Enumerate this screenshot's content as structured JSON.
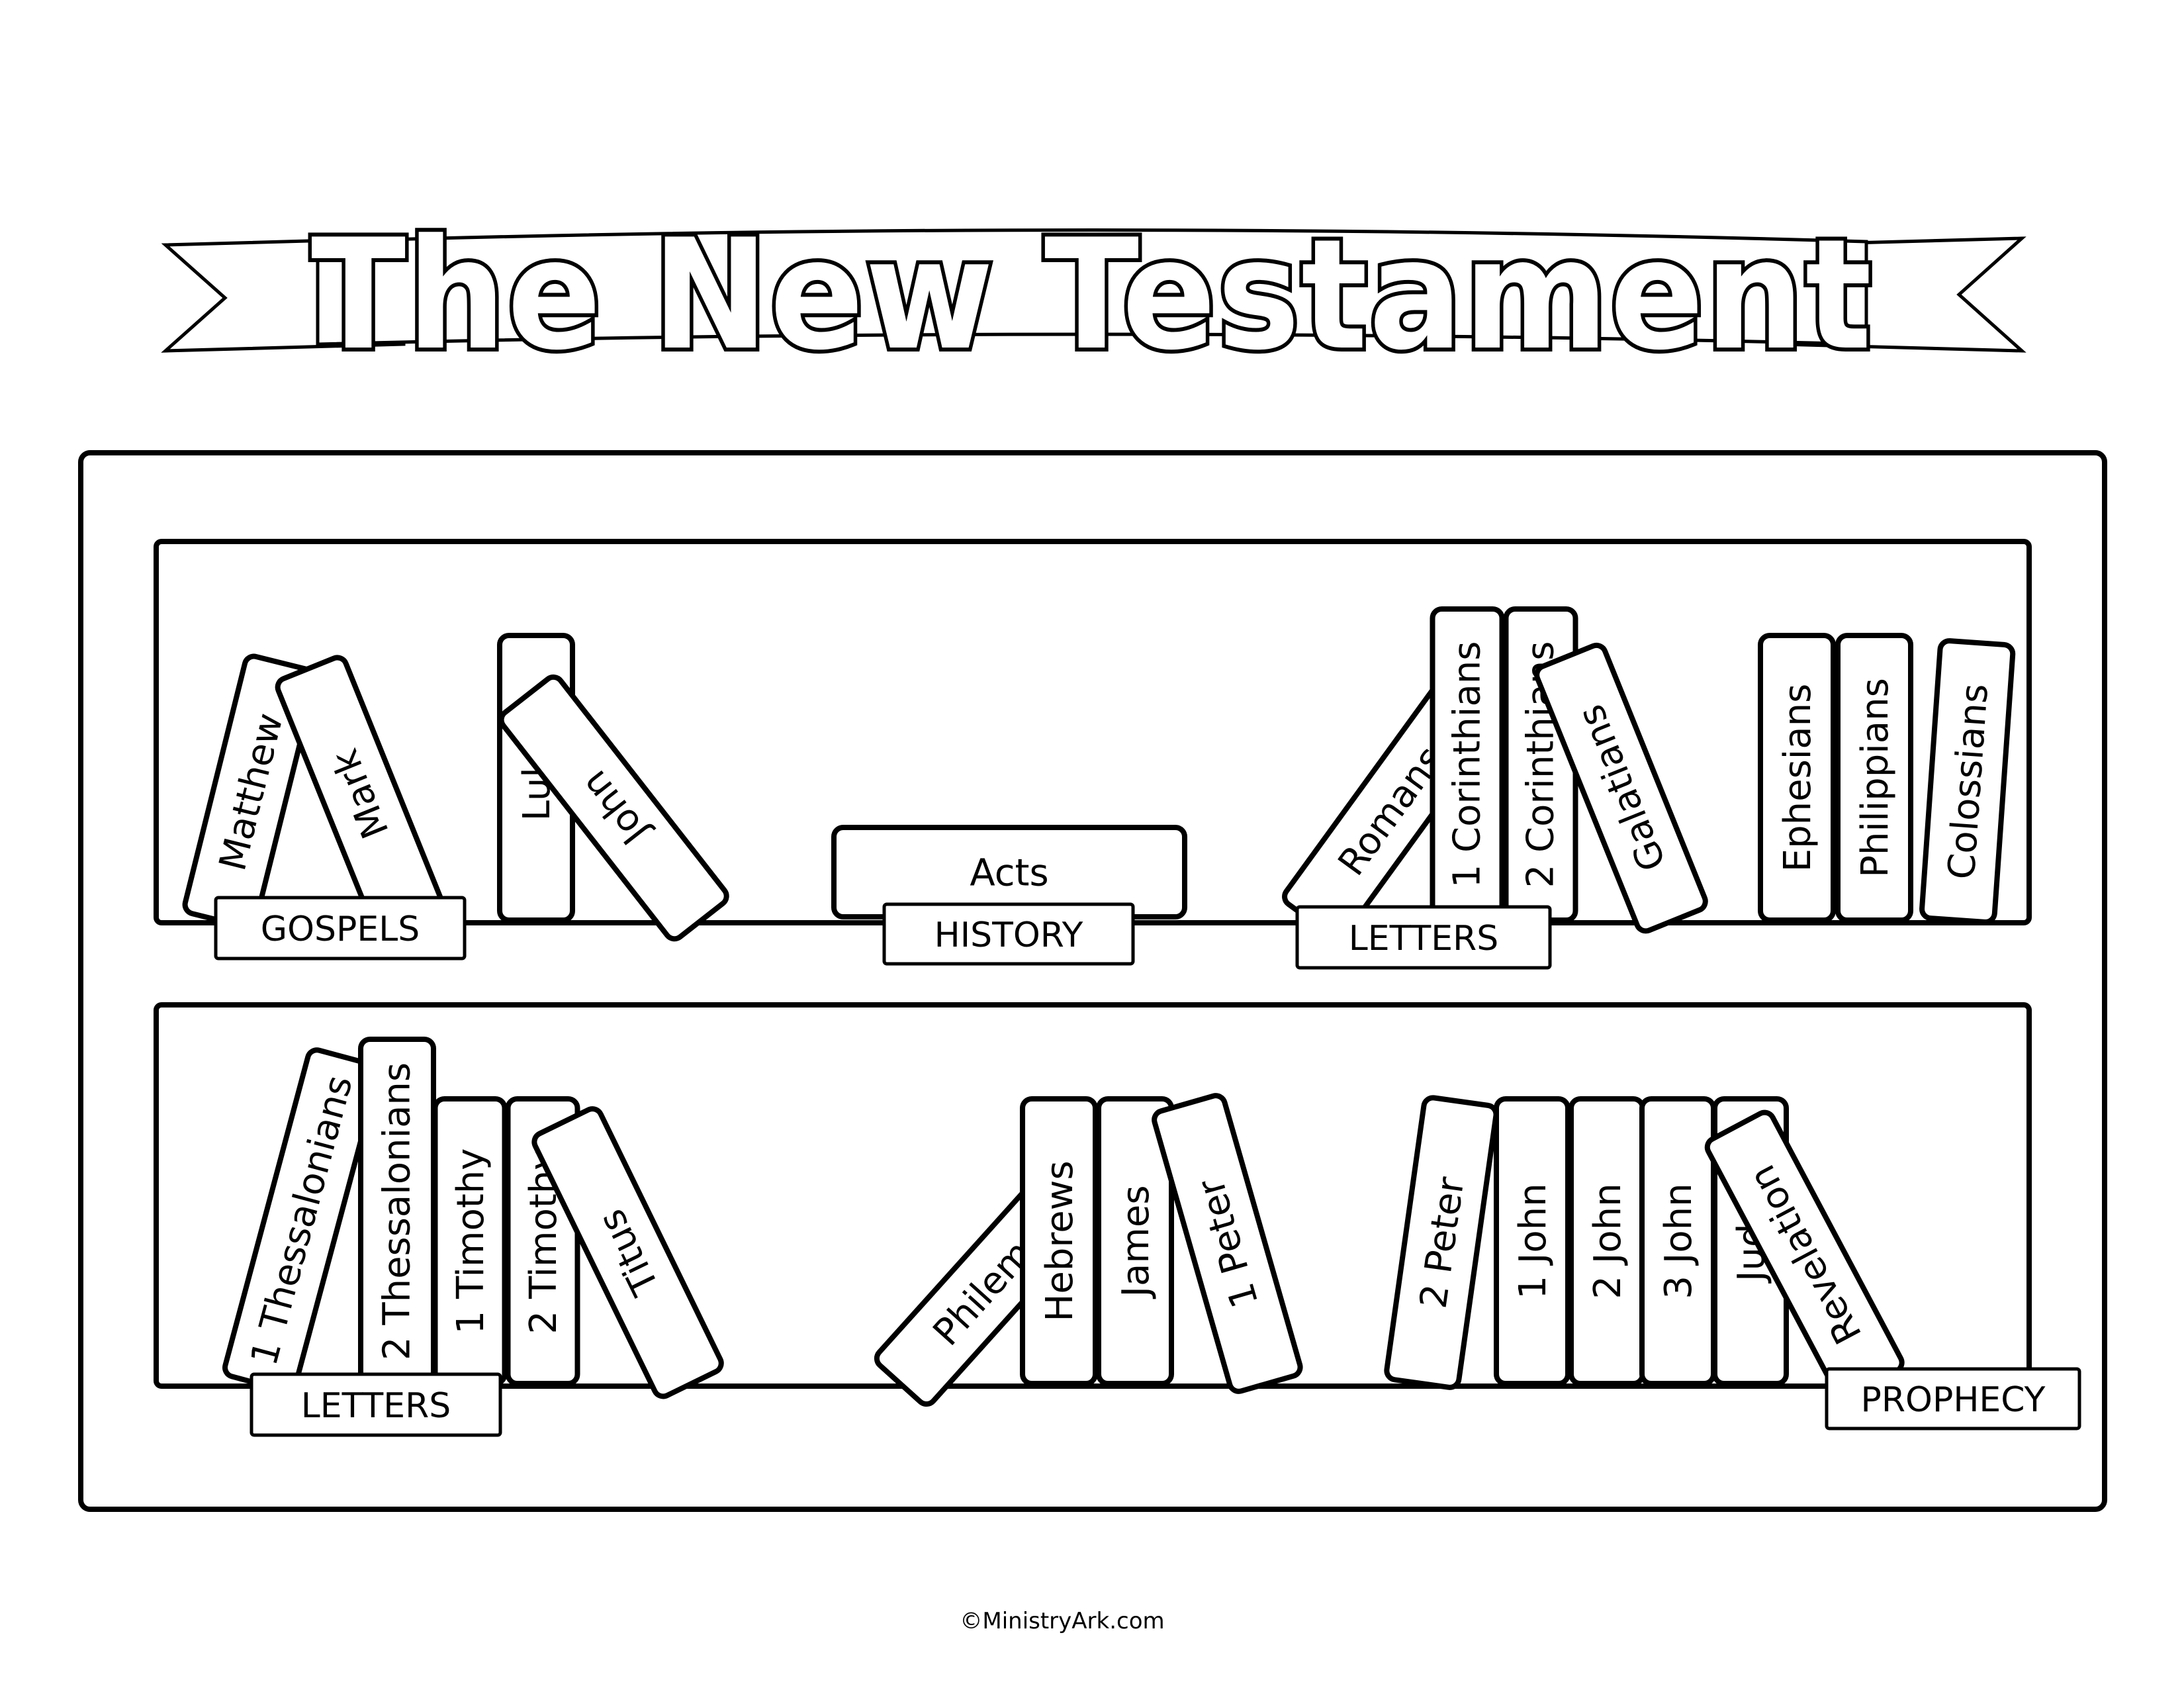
{
  "header": {
    "title": "The New Testament"
  },
  "footer": {
    "copyright": "©MinistryArk.com"
  },
  "shelves": [
    {
      "books": [
        {
          "title": "Matthew"
        },
        {
          "title": "Mark"
        },
        {
          "title": "Luke"
        },
        {
          "title": "John"
        },
        {
          "title": "Acts"
        },
        {
          "title": "Romans"
        },
        {
          "title": "1 Corinthians"
        },
        {
          "title": "2 Corinthians"
        },
        {
          "title": "Galatians"
        },
        {
          "title": "Ephesians"
        },
        {
          "title": "Philippians"
        },
        {
          "title": "Colossians"
        }
      ],
      "labels": [
        {
          "text": "GOSPELS"
        },
        {
          "text": "HISTORY"
        },
        {
          "text": "LETTERS"
        }
      ]
    },
    {
      "books": [
        {
          "title": "1 Thessalonians"
        },
        {
          "title": "2 Thessalonians"
        },
        {
          "title": "1 Timothy"
        },
        {
          "title": "2 Timothy"
        },
        {
          "title": "Titus"
        },
        {
          "title": "Philemon"
        },
        {
          "title": "Hebrews"
        },
        {
          "title": "James"
        },
        {
          "title": "1 Peter"
        },
        {
          "title": "2 Peter"
        },
        {
          "title": "1 John"
        },
        {
          "title": "2 John"
        },
        {
          "title": "3 John"
        },
        {
          "title": "Jude"
        },
        {
          "title": "Revelation"
        }
      ],
      "labels": [
        {
          "text": "LETTERS"
        },
        {
          "text": "PROPHECY"
        }
      ]
    }
  ]
}
